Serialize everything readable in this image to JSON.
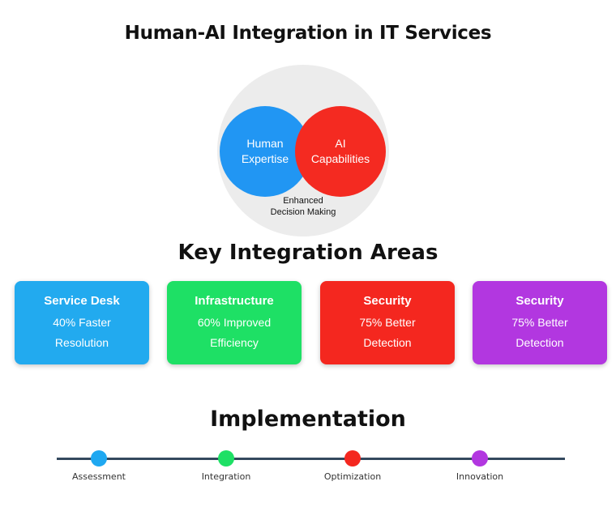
{
  "title": "Human-AI Integration in IT Services",
  "venn": {
    "left": {
      "lines": [
        "Human",
        "Expertise"
      ],
      "color": "#2196f3"
    },
    "right": {
      "lines": [
        "AI",
        "Capabilities"
      ],
      "color": "#f42a21"
    },
    "intersection": [
      "Enhanced",
      "Decision Making"
    ]
  },
  "areas": {
    "heading": "Key Integration Areas",
    "cards": [
      {
        "title": "Service Desk",
        "lines": [
          "40% Faster",
          "Resolution"
        ],
        "color": "#22aaef"
      },
      {
        "title": "Infrastructure",
        "lines": [
          "60% Improved",
          "Efficiency"
        ],
        "color": "#1ee065"
      },
      {
        "title": "Security",
        "lines": [
          "75% Better",
          "Detection"
        ],
        "color": "#f4271f"
      },
      {
        "title": "Security",
        "lines": [
          "75% Better",
          "Detection"
        ],
        "color": "#b237e0"
      }
    ]
  },
  "implementation": {
    "heading": "Implementation",
    "steps": [
      {
        "label": "Assessment",
        "color": "#1fa8f1"
      },
      {
        "label": "Integration",
        "color": "#1ee065"
      },
      {
        "label": "Optimization",
        "color": "#f4271f"
      },
      {
        "label": "Innovation",
        "color": "#b237e0"
      }
    ]
  }
}
